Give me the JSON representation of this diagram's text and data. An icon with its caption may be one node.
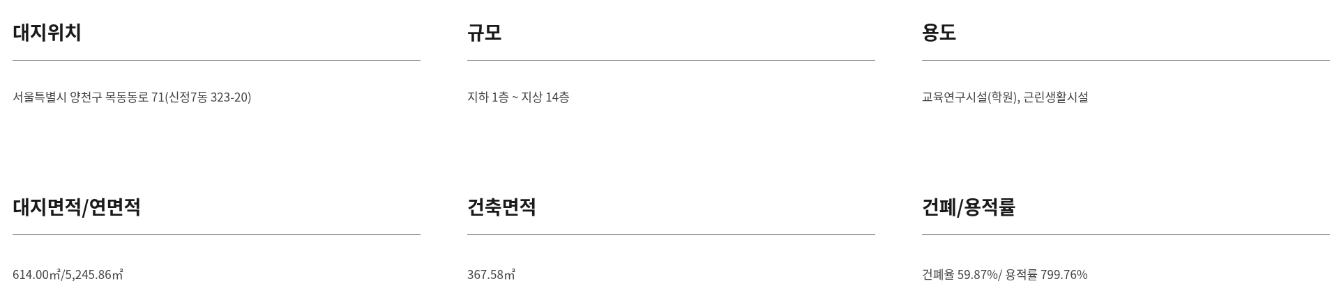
{
  "diagram": {
    "labels": [
      "대지위치",
      "규모",
      "용도",
      "서울특별시 양천구 목동동로 71(신정7동 323-20)",
      "지하 1층 ~ 지상 14층",
      "교육연구시설(학원), 근린생활시설",
      "대지면적/연면적",
      "건축면적",
      "건폐/용적률",
      "614.00㎡/5,245.86㎡",
      "367.58㎡",
      "건폐율 59.87%/ 용적률 799.76%"
    ]
  }
}
